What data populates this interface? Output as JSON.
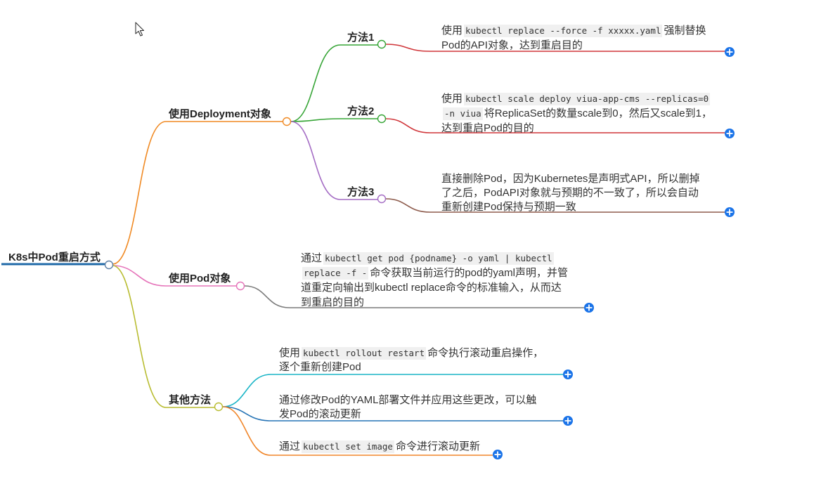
{
  "canvas": {
    "background": "#ffffff"
  },
  "cursor": {
    "icon": "mouse-pointer-icon"
  },
  "ui": {
    "add_button": {
      "icon": "plus-icon",
      "color": "#1a73e8"
    }
  },
  "root": {
    "label": "K8s中Pod重启方式",
    "color": "#1f6aa8",
    "toggle_color": "#5c7ea5"
  },
  "branches": [
    {
      "label": "使用Deployment对象",
      "color": "#f08a24",
      "children": [
        {
          "label": "方法1",
          "color": "#37a537",
          "children": [
            {
              "color": "#d0363a",
              "lines": [
                [
                  {
                    "text": "使用"
                  },
                  {
                    "text": "kubectl replace --force -f xxxxx.yaml",
                    "code": true
                  },
                  {
                    "text": "强制替换"
                  }
                ],
                [
                  {
                    "text": "Pod的API对象，达到重启目的"
                  }
                ]
              ]
            }
          ]
        },
        {
          "label": "方法2",
          "color": "#37a537",
          "children": [
            {
              "color": "#d0363a",
              "lines": [
                [
                  {
                    "text": "使用"
                  },
                  {
                    "text": "kubectl scale deploy viua-app-cms --replicas=0",
                    "code": true
                  }
                ],
                [
                  {
                    "text": "-n viua",
                    "code": true
                  },
                  {
                    "text": "将ReplicaSet的数量scale到0，然后又scale到1，"
                  }
                ],
                [
                  {
                    "text": "达到重启Pod的目的"
                  }
                ]
              ]
            }
          ]
        },
        {
          "label": "方法3",
          "color": "#a46cc4",
          "children": [
            {
              "color": "#8d5b4c",
              "lines": [
                [
                  {
                    "text": "直接删除Pod，因为Kubernetes是声明式API，所以删掉"
                  }
                ],
                [
                  {
                    "text": "了之后，PodAPI对象就与预期的不一致了，所以会自动"
                  }
                ],
                [
                  {
                    "text": "重新创建Pod保持与预期一致"
                  }
                ]
              ]
            }
          ]
        }
      ]
    },
    {
      "label": "使用Pod对象",
      "color": "#e573b9",
      "children": [
        {
          "color": "#7a7a7a",
          "lines": [
            [
              {
                "text": "通过"
              },
              {
                "text": "kubectl get pod {podname} -o yaml | kubectl",
                "code": true
              }
            ],
            [
              {
                "text": "replace -f -",
                "code": true
              },
              {
                "text": "命令获取当前运行的pod的yaml声明，并管"
              }
            ],
            [
              {
                "text": "道重定向输出到kubectl replace命令的标准输入，从而达"
              }
            ],
            [
              {
                "text": "到重启的目的"
              }
            ]
          ]
        }
      ]
    },
    {
      "label": "其他方法",
      "color": "#b8bc30",
      "children": [
        {
          "color": "#1bb5c7",
          "lines": [
            [
              {
                "text": "使用"
              },
              {
                "text": "kubectl rollout restart",
                "code": true
              },
              {
                "text": "命令执行滚动重启操作，"
              }
            ],
            [
              {
                "text": "逐个重新创建Pod"
              }
            ]
          ]
        },
        {
          "color": "#2573b5",
          "lines": [
            [
              {
                "text": "通过修改Pod的YAML部署文件并应用这些更改，可以触"
              }
            ],
            [
              {
                "text": "发Pod的滚动更新"
              }
            ]
          ]
        },
        {
          "color": "#f0862a",
          "lines": [
            [
              {
                "text": "通过"
              },
              {
                "text": "kubectl set image",
                "code": true
              },
              {
                "text": "命令进行滚动更新"
              }
            ]
          ]
        }
      ]
    }
  ]
}
